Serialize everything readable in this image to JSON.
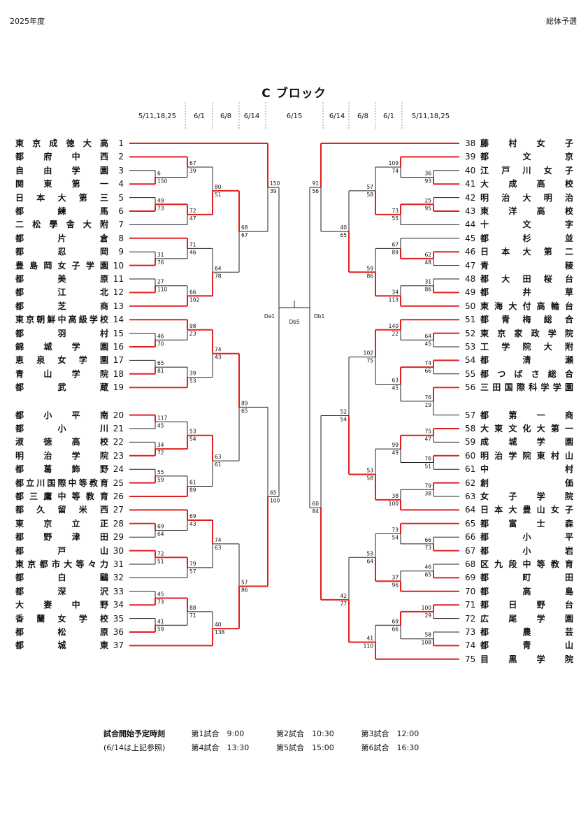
{
  "header": {
    "year": "2025年度",
    "event": "総体予選"
  },
  "title": "C ブロック",
  "dates_left": [
    "5/11,18,25",
    "6/1",
    "6/8",
    "6/14"
  ],
  "date_center": "6/15",
  "dates_right": [
    "6/14",
    "6/8",
    "6/1",
    "5/11,18,25"
  ],
  "center_labels": {
    "da": "Da1",
    "db5": "Db5",
    "db": "Db1"
  },
  "teams_left": [
    {
      "no": "1",
      "name": "東京成徳大高"
    },
    {
      "no": "2",
      "name": "都府中西"
    },
    {
      "no": "3",
      "name": "自由学園"
    },
    {
      "no": "4",
      "name": "関東第一"
    },
    {
      "no": "5",
      "name": "日本大第三"
    },
    {
      "no": "6",
      "name": "都練馬"
    },
    {
      "no": "7",
      "name": "二松學舎大附"
    },
    {
      "no": "8",
      "name": "都片倉"
    },
    {
      "no": "9",
      "name": "都忍岡"
    },
    {
      "no": "10",
      "name": "豊島岡女子学園"
    },
    {
      "no": "11",
      "name": "都美原"
    },
    {
      "no": "12",
      "name": "都江北"
    },
    {
      "no": "13",
      "name": "都芝商"
    },
    {
      "no": "14",
      "name": "東京朝鮮中高級学校"
    },
    {
      "no": "15",
      "name": "都羽村"
    },
    {
      "no": "16",
      "name": "錦城学園"
    },
    {
      "no": "17",
      "name": "恵泉女学園"
    },
    {
      "no": "18",
      "name": "青山学院"
    },
    {
      "no": "19",
      "name": "都武蔵"
    },
    {
      "no": "20",
      "name": "都小平南"
    },
    {
      "no": "21",
      "name": "都小川"
    },
    {
      "no": "22",
      "name": "淑徳高校"
    },
    {
      "no": "23",
      "name": "明治学院"
    },
    {
      "no": "24",
      "name": "都葛飾野"
    },
    {
      "no": "25",
      "name": "都立川国際中等教育"
    },
    {
      "no": "26",
      "name": "都三鷹中等教育"
    },
    {
      "no": "27",
      "name": "都久留米西"
    },
    {
      "no": "28",
      "name": "東京立正"
    },
    {
      "no": "29",
      "name": "都野津田"
    },
    {
      "no": "30",
      "name": "都戸山"
    },
    {
      "no": "31",
      "name": "東京都市大等々力"
    },
    {
      "no": "32",
      "name": "都白鷗"
    },
    {
      "no": "33",
      "name": "都深沢"
    },
    {
      "no": "34",
      "name": "大妻中野"
    },
    {
      "no": "35",
      "name": "香蘭女学校"
    },
    {
      "no": "36",
      "name": "都松原"
    },
    {
      "no": "37",
      "name": "都城東"
    }
  ],
  "teams_right": [
    {
      "no": "38",
      "name": "藤村女子"
    },
    {
      "no": "39",
      "name": "都文京"
    },
    {
      "no": "40",
      "name": "江戸川女子"
    },
    {
      "no": "41",
      "name": "大成高校"
    },
    {
      "no": "42",
      "name": "明治大明治"
    },
    {
      "no": "43",
      "name": "東洋高校"
    },
    {
      "no": "44",
      "name": "十文字"
    },
    {
      "no": "45",
      "name": "都杉並"
    },
    {
      "no": "46",
      "name": "日本大第二"
    },
    {
      "no": "47",
      "name": "青稜"
    },
    {
      "no": "48",
      "name": "都大田桜台"
    },
    {
      "no": "49",
      "name": "都井草"
    },
    {
      "no": "50",
      "name": "東海大付高輪台"
    },
    {
      "no": "51",
      "name": "都青梅総合"
    },
    {
      "no": "52",
      "name": "東京家政学院"
    },
    {
      "no": "53",
      "name": "工学院大附"
    },
    {
      "no": "54",
      "name": "都清瀬"
    },
    {
      "no": "55",
      "name": "都つばさ総合"
    },
    {
      "no": "56",
      "name": "三田国際科学学園"
    },
    {
      "no": "57",
      "name": "都第一商"
    },
    {
      "no": "58",
      "name": "大東文化大第一"
    },
    {
      "no": "59",
      "name": "成城学園"
    },
    {
      "no": "60",
      "name": "明治学院東村山"
    },
    {
      "no": "61",
      "name": "中村"
    },
    {
      "no": "62",
      "name": "創価"
    },
    {
      "no": "63",
      "name": "女子学院"
    },
    {
      "no": "64",
      "name": "日本大豊山女子"
    },
    {
      "no": "65",
      "name": "都富士森"
    },
    {
      "no": "66",
      "name": "都小平"
    },
    {
      "no": "67",
      "name": "都小岩"
    },
    {
      "no": "68",
      "name": "区九段中等教育"
    },
    {
      "no": "69",
      "name": "都町田"
    },
    {
      "no": "70",
      "name": "都高島"
    },
    {
      "no": "71",
      "name": "都日野台"
    },
    {
      "no": "72",
      "name": "広尾学園"
    },
    {
      "no": "73",
      "name": "都農芸"
    },
    {
      "no": "74",
      "name": "都青山"
    },
    {
      "no": "75",
      "name": "目黒学院"
    }
  ],
  "left_matches": [
    {
      "a": "3",
      "b": "4",
      "sa": "6",
      "sb": "150",
      "win": "b",
      "up": 0
    },
    {
      "a": "5",
      "b": "6",
      "sa": "49",
      "sb": "73",
      "win": "b",
      "up": 0
    },
    {
      "a": "9",
      "b": "10",
      "sa": "31",
      "sb": "76",
      "win": "b",
      "up": 0
    },
    {
      "a": "11",
      "b": "12",
      "sa": "27",
      "sb": "110",
      "win": "b",
      "up": 0
    },
    {
      "a": "15",
      "b": "16",
      "sa": "46",
      "sb": "70",
      "win": "b",
      "up": 0
    },
    {
      "a": "17",
      "b": "18",
      "sa": "65",
      "sb": "81",
      "win": "b",
      "up": 0
    },
    {
      "a": "20",
      "b": "21",
      "sa": "117",
      "sb": "45",
      "win": "a",
      "up": 0
    },
    {
      "a": "22",
      "b": "23",
      "sa": "34",
      "sb": "72",
      "win": "b",
      "up": 0
    },
    {
      "a": "24",
      "b": "25",
      "sa": "55",
      "sb": "59",
      "win": "b",
      "up": 0
    },
    {
      "a": "28",
      "b": "29",
      "sa": "69",
      "sb": "64",
      "win": "a",
      "up": 0
    },
    {
      "a": "30",
      "b": "31",
      "sa": "72",
      "sb": "51",
      "win": "a",
      "up": 0
    },
    {
      "a": "33",
      "b": "34",
      "sa": "45",
      "sb": "73",
      "win": "b",
      "up": 0
    },
    {
      "a": "35",
      "b": "36",
      "sa": "41",
      "sb": "59",
      "win": "b",
      "up": 0
    },
    {
      "a": "2",
      "b": "M0",
      "sa": "67",
      "sb": "39",
      "win": "a",
      "up": 1
    },
    {
      "a": "M1",
      "b": "7",
      "sa": "72",
      "sb": "47",
      "win": "a",
      "up": 1
    },
    {
      "a": "8",
      "b": "M2",
      "sa": "71",
      "sb": "46",
      "win": "a",
      "up": 1
    },
    {
      "a": "M3",
      "b": "13",
      "sa": "66",
      "sb": "102",
      "win": "b",
      "up": 1
    },
    {
      "a": "14",
      "b": "M4",
      "sa": "98",
      "sb": "23",
      "win": "a",
      "up": 1
    },
    {
      "a": "M5",
      "b": "19",
      "sa": "39",
      "sb": "53",
      "win": "b",
      "up": 1
    },
    {
      "a": "M6",
      "b": "M7",
      "sa": "53",
      "sb": "54",
      "win": "b",
      "up": 1
    },
    {
      "a": "M8",
      "b": "26",
      "sa": "61",
      "sb": "89",
      "win": "b",
      "up": 1
    },
    {
      "a": "27",
      "b": "M9",
      "sa": "69",
      "sb": "43",
      "win": "a",
      "up": 1
    },
    {
      "a": "M10",
      "b": "32",
      "sa": "79",
      "sb": "57",
      "win": "a",
      "up": 1
    },
    {
      "a": "M11",
      "b": "M12",
      "sa": "88",
      "sb": "71",
      "win": "a",
      "up": 1
    },
    {
      "a": "M13",
      "b": "M14",
      "sa": "80",
      "sb": "51",
      "win": "b",
      "up": 2
    },
    {
      "a": "M15",
      "b": "M16",
      "sa": "64",
      "sb": "78",
      "win": "b",
      "up": 2
    },
    {
      "a": "M17",
      "b": "M18",
      "sa": "74",
      "sb": "43",
      "win": "a",
      "up": 2
    },
    {
      "a": "M19",
      "b": "M20",
      "sa": "63",
      "sb": "61",
      "win": "a",
      "up": 2
    },
    {
      "a": "M21",
      "b": "M22",
      "sa": "74",
      "sb": "63",
      "win": "a",
      "up": 2
    },
    {
      "a": "M23",
      "b": "37",
      "sa": "40",
      "sb": "138",
      "win": "b",
      "up": 2
    },
    {
      "a": "M24",
      "b": "M25",
      "sa": "68",
      "sb": "67",
      "win": "a",
      "up": 3
    },
    {
      "a": "M26",
      "b": "M27",
      "sa": "89",
      "sb": "65",
      "win": "a",
      "up": 3
    },
    {
      "a": "M28",
      "b": "M29",
      "sa": "57",
      "sb": "86",
      "win": "b",
      "up": 3
    },
    {
      "a": "1",
      "b": "M30",
      "sa": "150",
      "sb": "39",
      "win": "a",
      "up": 4
    },
    {
      "a": "M31",
      "b": "M32",
      "sa": "65",
      "sb": "100",
      "win": "b",
      "up": 4
    }
  ],
  "right_matches": [
    {
      "a": "40",
      "b": "41",
      "sa": "36",
      "sb": "93",
      "win": "b",
      "up": 0
    },
    {
      "a": "42",
      "b": "43",
      "sa": "25",
      "sb": "95",
      "win": "b",
      "up": 0
    },
    {
      "a": "46",
      "b": "47",
      "sa": "62",
      "sb": "48",
      "win": "a",
      "up": 0
    },
    {
      "a": "48",
      "b": "49",
      "sa": "31",
      "sb": "86",
      "win": "b",
      "up": 0
    },
    {
      "a": "52",
      "b": "53",
      "sa": "64",
      "sb": "45",
      "win": "a",
      "up": 0
    },
    {
      "a": "54",
      "b": "55",
      "sa": "74",
      "sb": "66",
      "win": "a",
      "up": 0
    },
    {
      "a": "56",
      "b": "57",
      "sa": "76",
      "sb": "19",
      "win": "a",
      "up": 0
    },
    {
      "a": "58",
      "b": "59",
      "sa": "75",
      "sb": "47",
      "win": "a",
      "up": 0
    },
    {
      "a": "60",
      "b": "61",
      "sa": "76",
      "sb": "51",
      "win": "a",
      "up": 0
    },
    {
      "a": "62",
      "b": "63",
      "sa": "79",
      "sb": "38",
      "win": "a",
      "up": 0
    },
    {
      "a": "66",
      "b": "67",
      "sa": "66",
      "sb": "73",
      "win": "b",
      "up": 0
    },
    {
      "a": "68",
      "b": "69",
      "sa": "46",
      "sb": "65",
      "win": "b",
      "up": 0
    },
    {
      "a": "71",
      "b": "72",
      "sa": "100",
      "sb": "29",
      "win": "a",
      "up": 0
    },
    {
      "a": "73",
      "b": "74",
      "sa": "58",
      "sb": "108",
      "win": "b",
      "up": 0
    },
    {
      "a": "39",
      "b": "M0",
      "sa": "109",
      "sb": "74",
      "win": "a",
      "up": 1
    },
    {
      "a": "M1",
      "b": "44",
      "sa": "73",
      "sb": "55",
      "win": "a",
      "up": 1
    },
    {
      "a": "45",
      "b": "M2",
      "sa": "67",
      "sb": "89",
      "win": "b",
      "up": 1
    },
    {
      "a": "M3",
      "b": "50",
      "sa": "34",
      "sb": "113",
      "win": "b",
      "up": 1
    },
    {
      "a": "51",
      "b": "M4",
      "sa": "140",
      "sb": "22",
      "win": "a",
      "up": 1
    },
    {
      "a": "M5",
      "b": "M6",
      "sa": "63",
      "sb": "45",
      "win": "a",
      "up": 1
    },
    {
      "a": "M7",
      "b": "M8",
      "sa": "99",
      "sb": "49",
      "win": "a",
      "up": 1
    },
    {
      "a": "M9",
      "b": "64",
      "sa": "38",
      "sb": "100",
      "win": "b",
      "up": 1
    },
    {
      "a": "65",
      "b": "M10",
      "sa": "73",
      "sb": "54",
      "win": "a",
      "up": 1
    },
    {
      "a": "M11",
      "b": "70",
      "sa": "37",
      "sb": "96",
      "win": "b",
      "up": 1
    },
    {
      "a": "M12",
      "b": "M13",
      "sa": "69",
      "sb": "66",
      "win": "a",
      "up": 1
    },
    {
      "a": "M14",
      "b": "M15",
      "sa": "57",
      "sb": "58",
      "win": "b",
      "up": 2
    },
    {
      "a": "M16",
      "b": "M17",
      "sa": "59",
      "sb": "86",
      "win": "b",
      "up": 2
    },
    {
      "a": "M18",
      "b": "M19",
      "sa": "102",
      "sb": "75",
      "win": "a",
      "up": 2
    },
    {
      "a": "M20",
      "b": "M21",
      "sa": "53",
      "sb": "58",
      "win": "b",
      "up": 2
    },
    {
      "a": "M22",
      "b": "M23",
      "sa": "53",
      "sb": "64",
      "win": "b",
      "up": 2
    },
    {
      "a": "M24",
      "b": "75",
      "sa": "41",
      "sb": "110",
      "win": "b",
      "up": 2
    },
    {
      "a": "M25",
      "b": "M26",
      "sa": "40",
      "sb": "65",
      "win": "b",
      "up": 3
    },
    {
      "a": "M27",
      "b": "M28",
      "sa": "52",
      "sb": "54",
      "win": "b",
      "up": 3
    },
    {
      "a": "M29",
      "b": "M30",
      "sa": "42",
      "sb": "77",
      "win": "b",
      "up": 3
    },
    {
      "a": "38",
      "b": "M31",
      "sa": "91",
      "sb": "56",
      "win": "a",
      "up": 4
    },
    {
      "a": "M32",
      "b": "M33",
      "sa": "60",
      "sb": "84",
      "win": "b",
      "up": 4
    }
  ],
  "schedule": {
    "label1": "試合開始予定時刻",
    "label2": "(6/14は上記参照)",
    "rows": [
      [
        "第1試合　9:00",
        "第2試合　10:30",
        "第3試合　12:00"
      ],
      [
        "第4試合　13:30",
        "第5試合　15:00",
        "第6試合　16:30"
      ]
    ]
  },
  "colors": {
    "win_line": "#e02020",
    "line": "#222222"
  }
}
